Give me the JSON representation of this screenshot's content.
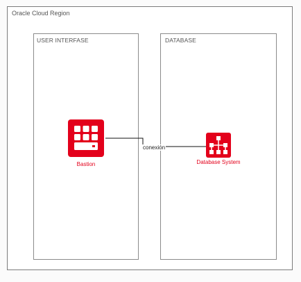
{
  "diagram": {
    "region": {
      "label": "Oracle Cloud Region"
    },
    "groups": {
      "user_interface": {
        "label": "USER INTERFASE"
      },
      "database": {
        "label": "DATABASE"
      }
    },
    "nodes": {
      "bastion": {
        "label": "Bastion",
        "icon": "bastion-icon"
      },
      "database_system": {
        "label": "Database System",
        "icon": "database-system-icon"
      }
    },
    "connector": {
      "label": "conexión",
      "from": "bastion",
      "to": "database_system"
    }
  },
  "colors": {
    "oracle_red": "#e3001b",
    "border": "#7b7b7b",
    "text": "#555555"
  }
}
